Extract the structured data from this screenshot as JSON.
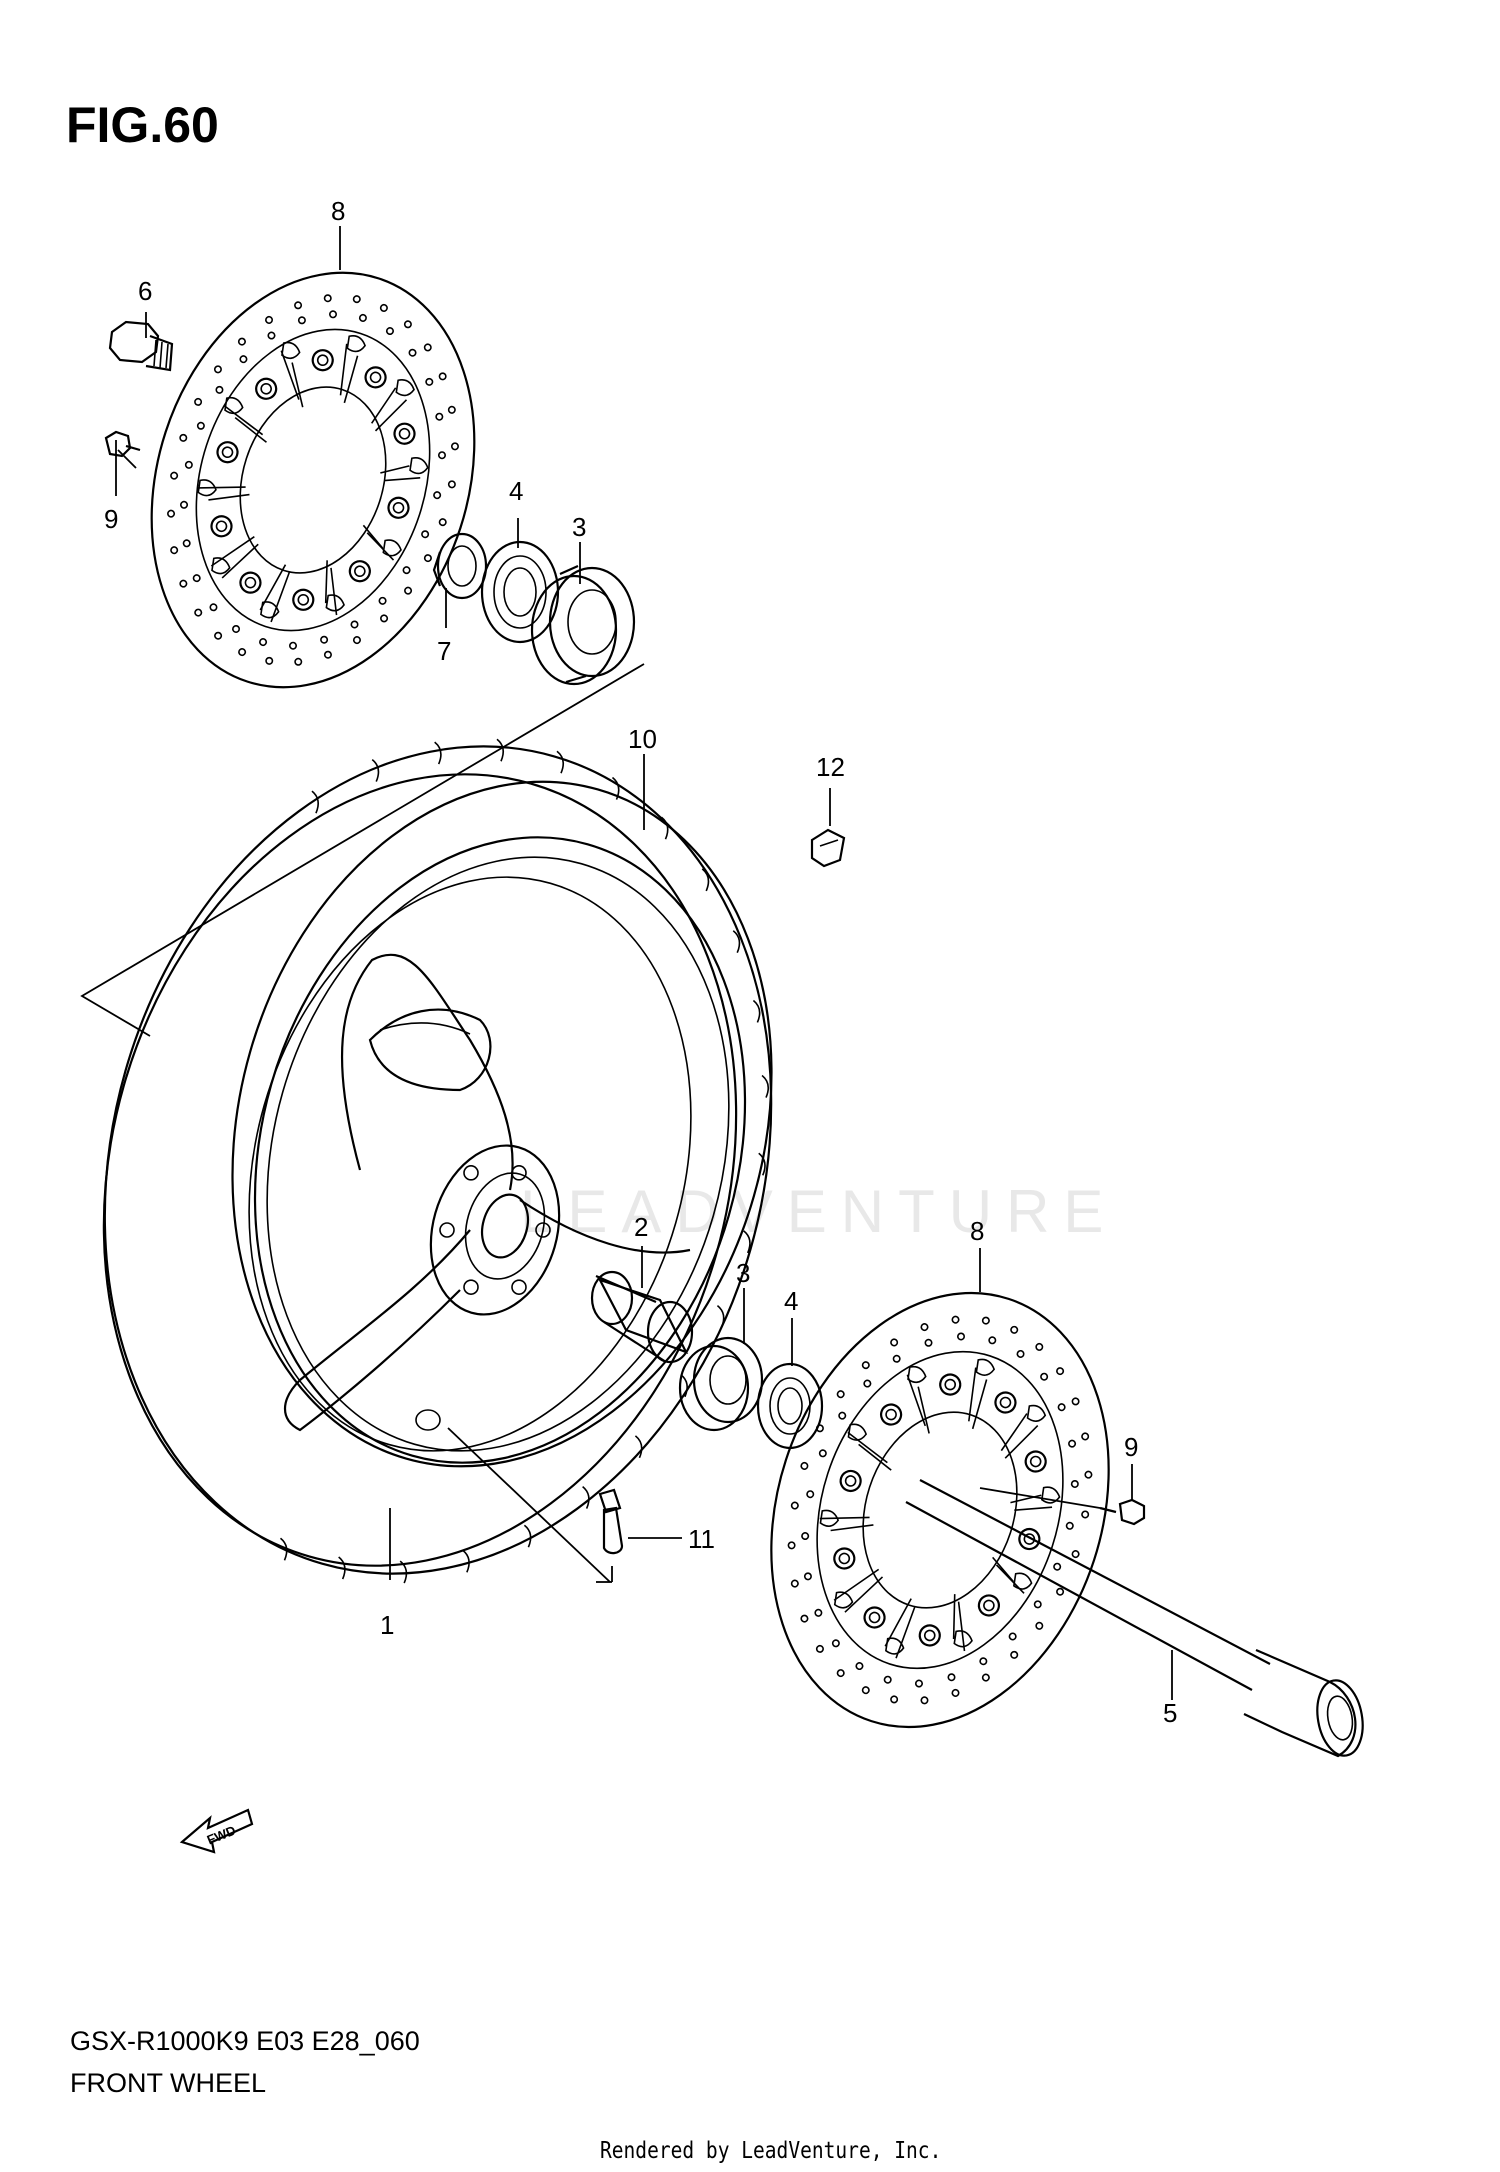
{
  "figure": {
    "title": "FIG.60",
    "model_code": "GSX-R1000K9 E03 E28_060",
    "section_name": "FRONT WHEEL",
    "credit": "Rendered by LeadVenture, Inc.",
    "watermark": "LEADVENTURE",
    "fwd_label": "FWD"
  },
  "callouts": {
    "c1": "1",
    "c2": "2",
    "c3a": "3",
    "c3b": "3",
    "c4a": "4",
    "c4b": "4",
    "c5": "5",
    "c6": "6",
    "c7": "7",
    "c8a": "8",
    "c8b": "8",
    "c9a": "9",
    "c9b": "9",
    "c10": "10",
    "c11": "11",
    "c12": "12"
  },
  "parts": [
    {
      "ref": "1",
      "name": "front-wheel-rim"
    },
    {
      "ref": "2",
      "name": "spacer"
    },
    {
      "ref": "3",
      "name": "bearing"
    },
    {
      "ref": "4",
      "name": "oil-seal"
    },
    {
      "ref": "5",
      "name": "front-axle"
    },
    {
      "ref": "6",
      "name": "axle-bolt"
    },
    {
      "ref": "7",
      "name": "collar"
    },
    {
      "ref": "8",
      "name": "brake-disc"
    },
    {
      "ref": "9",
      "name": "disc-bolt"
    },
    {
      "ref": "10",
      "name": "tire"
    },
    {
      "ref": "11",
      "name": "valve"
    },
    {
      "ref": "12",
      "name": "clip"
    }
  ],
  "colors": {
    "line": "#000000",
    "watermark": "#e8e8e8",
    "background": "#ffffff"
  }
}
